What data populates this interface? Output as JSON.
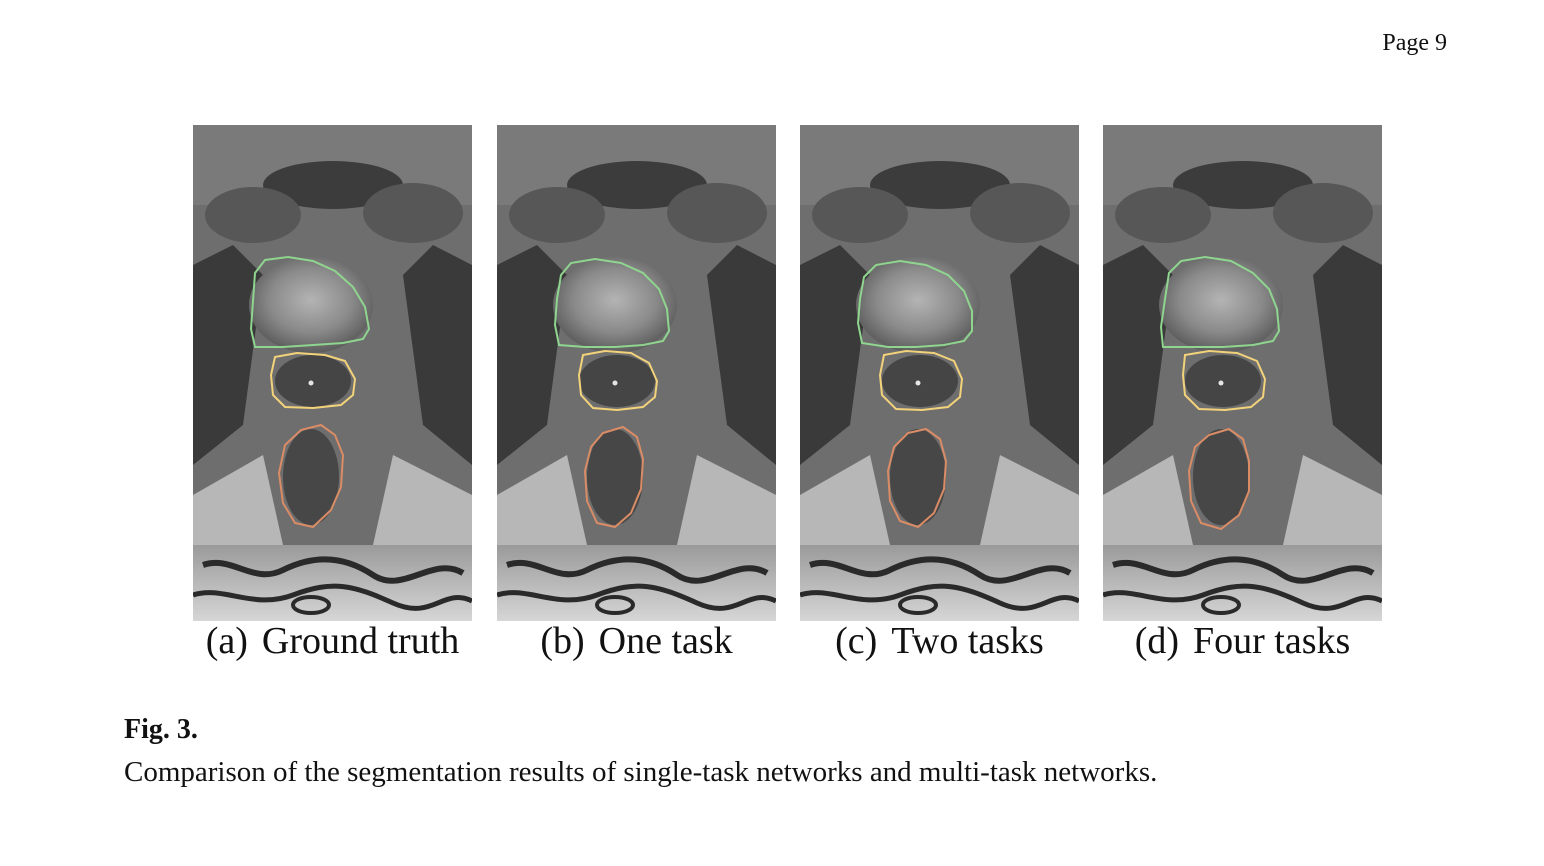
{
  "page": {
    "number_label": "Page 9"
  },
  "figure": {
    "panels": [
      {
        "tag": "(a)",
        "label": "Ground truth",
        "variant": "gt"
      },
      {
        "tag": "(b)",
        "label": "One task",
        "variant": "one"
      },
      {
        "tag": "(c)",
        "label": "Two tasks",
        "variant": "two"
      },
      {
        "tag": "(d)",
        "label": "Four tasks",
        "variant": "four"
      }
    ],
    "contour_colors": {
      "bladder": "#8fd48f",
      "prostate": "#f2d27a",
      "rectum": "#d98c66"
    },
    "label": "Fig. 3.",
    "caption": "Comparison of the segmentation results of single-task networks and multi-task networks."
  }
}
